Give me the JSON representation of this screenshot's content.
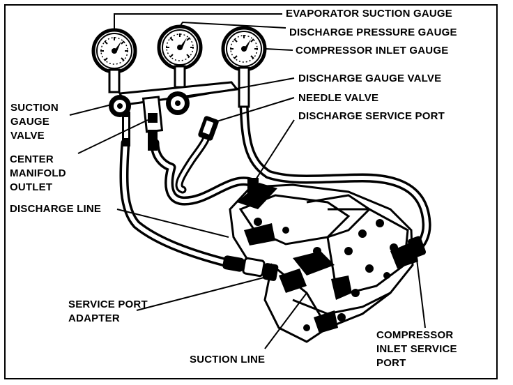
{
  "diagram": {
    "labels": {
      "evaporator_suction_gauge": "EVAPORATOR SUCTION GAUGE",
      "discharge_pressure_gauge": "DISCHARGE PRESSURE GAUGE",
      "compressor_inlet_gauge": "COMPRESSOR INLET GAUGE",
      "discharge_gauge_valve": "DISCHARGE GAUGE VALVE",
      "needle_valve": "NEEDLE VALVE",
      "discharge_service_port": "DISCHARGE SERVICE PORT",
      "suction_gauge_valve": [
        "SUCTION",
        "GAUGE",
        "VALVE"
      ],
      "center_manifold_outlet": [
        "CENTER",
        "MANIFOLD",
        "OUTLET"
      ],
      "discharge_line": "DISCHARGE LINE",
      "service_port_adapter": [
        "SERVICE PORT",
        "ADAPTER"
      ],
      "suction_line": "SUCTION LINE",
      "compressor_inlet_service_port": [
        "COMPRESSOR",
        "INLET SERVICE",
        "PORT"
      ]
    },
    "colors": {
      "ink": "#000000",
      "paper": "#ffffff"
    }
  }
}
